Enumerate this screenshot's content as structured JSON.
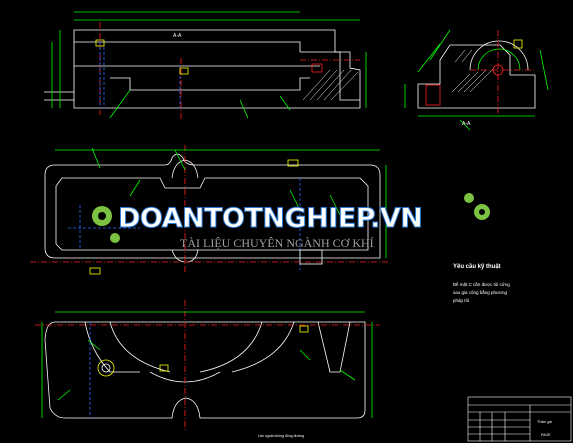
{
  "drawing": {
    "background": "#000000",
    "line_colors": {
      "outline": "#ffffff",
      "dimension": "#00ff00",
      "centerline": "#ff2020",
      "hidden": "#2b6bff",
      "annotation": "#ffff00",
      "leader": "#00ffff"
    }
  },
  "watermark": {
    "brand": "DOANTOTNGHIEP.VN",
    "tagline": "TÀI LIỆU CHUYÊN NGÀNH CƠ KHÍ",
    "gear_icon": "gear-icon",
    "brand_colors": {
      "gear": "#7cc242",
      "text_stroke": "#2a7bd8"
    }
  },
  "notes": {
    "title": "Yêu cầu kỹ thuật",
    "lines": [
      "Bề mặt C cần được tôi cứng",
      "sau gia công bằng phương",
      "pháp tôi"
    ]
  },
  "section_labels": {
    "top_view": "A-A",
    "side_view": "A-A"
  },
  "title_block": {
    "title": "Thân gá",
    "bottom": "PAGE"
  },
  "footer_note": "Lăn ngoài không đúng đường"
}
